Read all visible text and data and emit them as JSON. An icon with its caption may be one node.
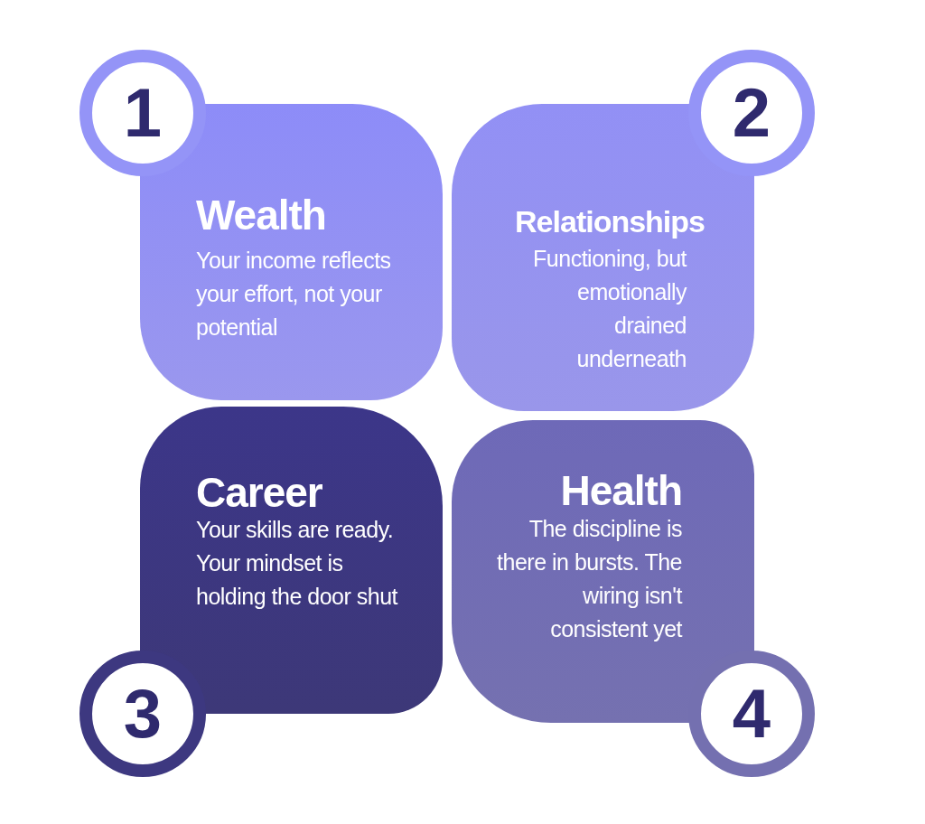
{
  "diagram": {
    "nodes": [
      {
        "text": [
          "1"
        ]
      },
      {
        "text": [
          "Wealth",
          "Your income reflects your effort, not your potential"
        ]
      },
      {
        "text": [
          "2"
        ]
      },
      {
        "text": [
          "Relationships",
          "Functioning, but emotionally drained underneath"
        ]
      },
      {
        "text": [
          "Career",
          "Your skills are ready. Your mindset is holding the door shut"
        ]
      },
      {
        "text": [
          "3"
        ]
      },
      {
        "text": [
          "Health",
          "The discipline is there in bursts. The wiring isn't consistent yet"
        ]
      },
      {
        "text": [
          "4"
        ]
      }
    ],
    "edges": []
  }
}
